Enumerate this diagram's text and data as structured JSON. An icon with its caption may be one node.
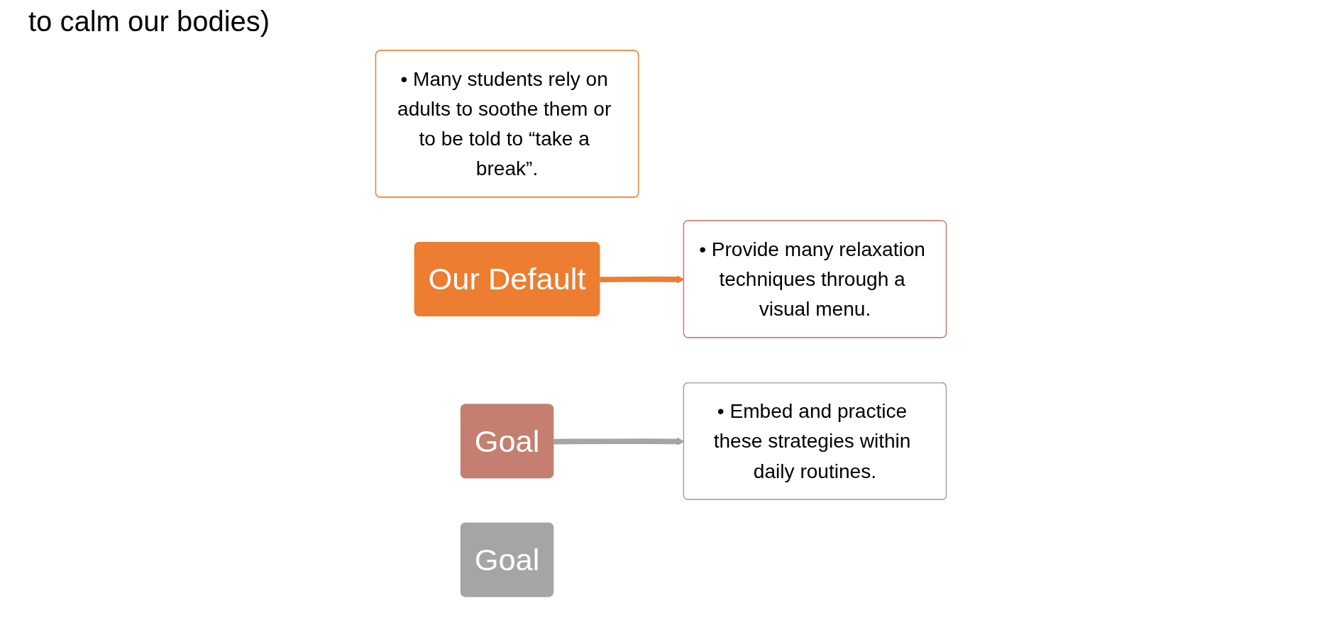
{
  "diagram": {
    "nodes": [
      {
        "text": [
          "• Many students rely on adults to soothe them or to be told to “take a break”."
        ]
      },
      {
        "text": [
          "Our Default"
        ]
      },
      {
        "text": [
          "Goal"
        ]
      },
      {
        "text": [
          "• Provide many relaxation techniques through a visual menu."
        ]
      },
      {
        "text": [
          "• Embed and practice these strategies within daily routines."
        ]
      },
      {
        "text": [
          "Goal"
        ]
      }
    ],
    "edges": [
      {
        "from": 1,
        "to": 3,
        "arrow": "to",
        "color": "#ed7d31"
      },
      {
        "from": 2,
        "to": 4,
        "arrow": "to",
        "color": "#a5a5a5"
      }
    ],
    "labels": [
      "to calm our bodies)"
    ]
  }
}
